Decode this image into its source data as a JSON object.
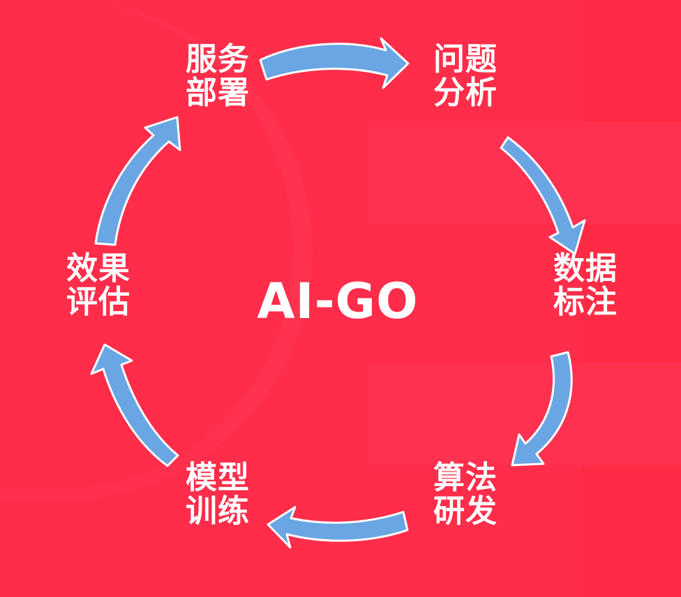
{
  "diagram": {
    "center_title": "AI-GO",
    "steps": [
      {
        "line1": "问题",
        "line2": "分析"
      },
      {
        "line1": "数据",
        "line2": "标注"
      },
      {
        "line1": "算法",
        "line2": "研发"
      },
      {
        "line1": "模型",
        "line2": "训练"
      },
      {
        "line1": "效果",
        "line2": "评估"
      },
      {
        "line1": "服务",
        "line2": "部署"
      }
    ]
  },
  "colors": {
    "background": "#ff2c4a",
    "arrow_fill": "#6aa6e3",
    "arrow_stroke": "#ffffff",
    "text": "#ffffff"
  }
}
